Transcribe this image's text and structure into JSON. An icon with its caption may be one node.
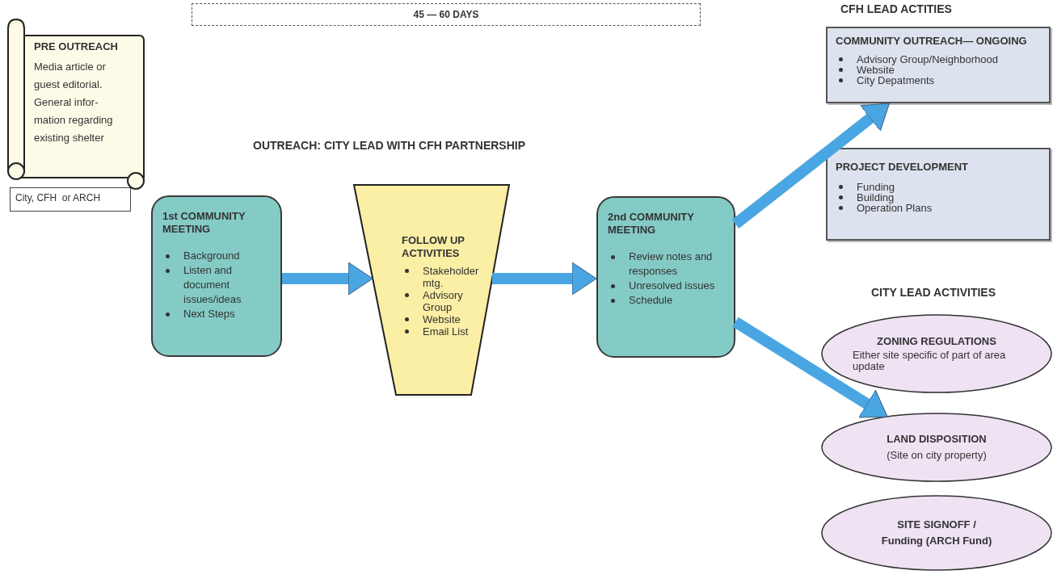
{
  "diagram": {
    "nodes": [
      {
        "text": [
          "PRE OUTREACH",
          "Media article or guest editorial. General infor- mation regarding existing shelter"
        ]
      },
      {
        "text": [
          "City, CFH  or ARCH"
        ]
      },
      {
        "text": [
          "45 — 60 DAYS"
        ]
      },
      {
        "text": [
          "1st COMMUNITY MEETING",
          "Background",
          "Listen and document issues/ideas",
          "Next Steps"
        ]
      },
      {
        "text": [
          "FOLLOW UP ACTIVITIES",
          "Stakeholder mtg.",
          "Advisory Group",
          "Website",
          "Email List"
        ]
      },
      {
        "text": [
          "2nd COMMUNITY MEETING",
          "Review notes and responses",
          "Unresolved issues",
          "Schedule"
        ]
      },
      {
        "text": [
          "COMMUNITY OUTREACH— ONGOING",
          "Advisory Group/Neighborhood",
          "Website",
          "City Depatments"
        ]
      },
      {
        "text": [
          "PROJECT DEVELOPMENT",
          "Funding",
          "Building",
          "Operation Plans"
        ]
      },
      {
        "text": [
          "ZONING REGULATIONS",
          "Either site specific of part of area update"
        ]
      },
      {
        "text": [
          "LAND DISPOSITION",
          "(Site on city property)"
        ]
      },
      {
        "text": [
          "SITE SIGNOFF /",
          "Funding (ARCH Fund)"
        ]
      }
    ],
    "edges": [
      {
        "from": 3,
        "to": 4,
        "arrow": "to"
      },
      {
        "from": 4,
        "to": 5,
        "arrow": "to"
      },
      {
        "from": 5,
        "to": 6,
        "arrow": "to"
      },
      {
        "from": 5,
        "to": 9,
        "arrow": "to"
      }
    ],
    "labels": [
      "OUTREACH: CITY LEAD WITH CFH PARTNERSHIP",
      "CFH LEAD ACTITIES",
      "CITY LEAD ACTIVITIES"
    ]
  }
}
